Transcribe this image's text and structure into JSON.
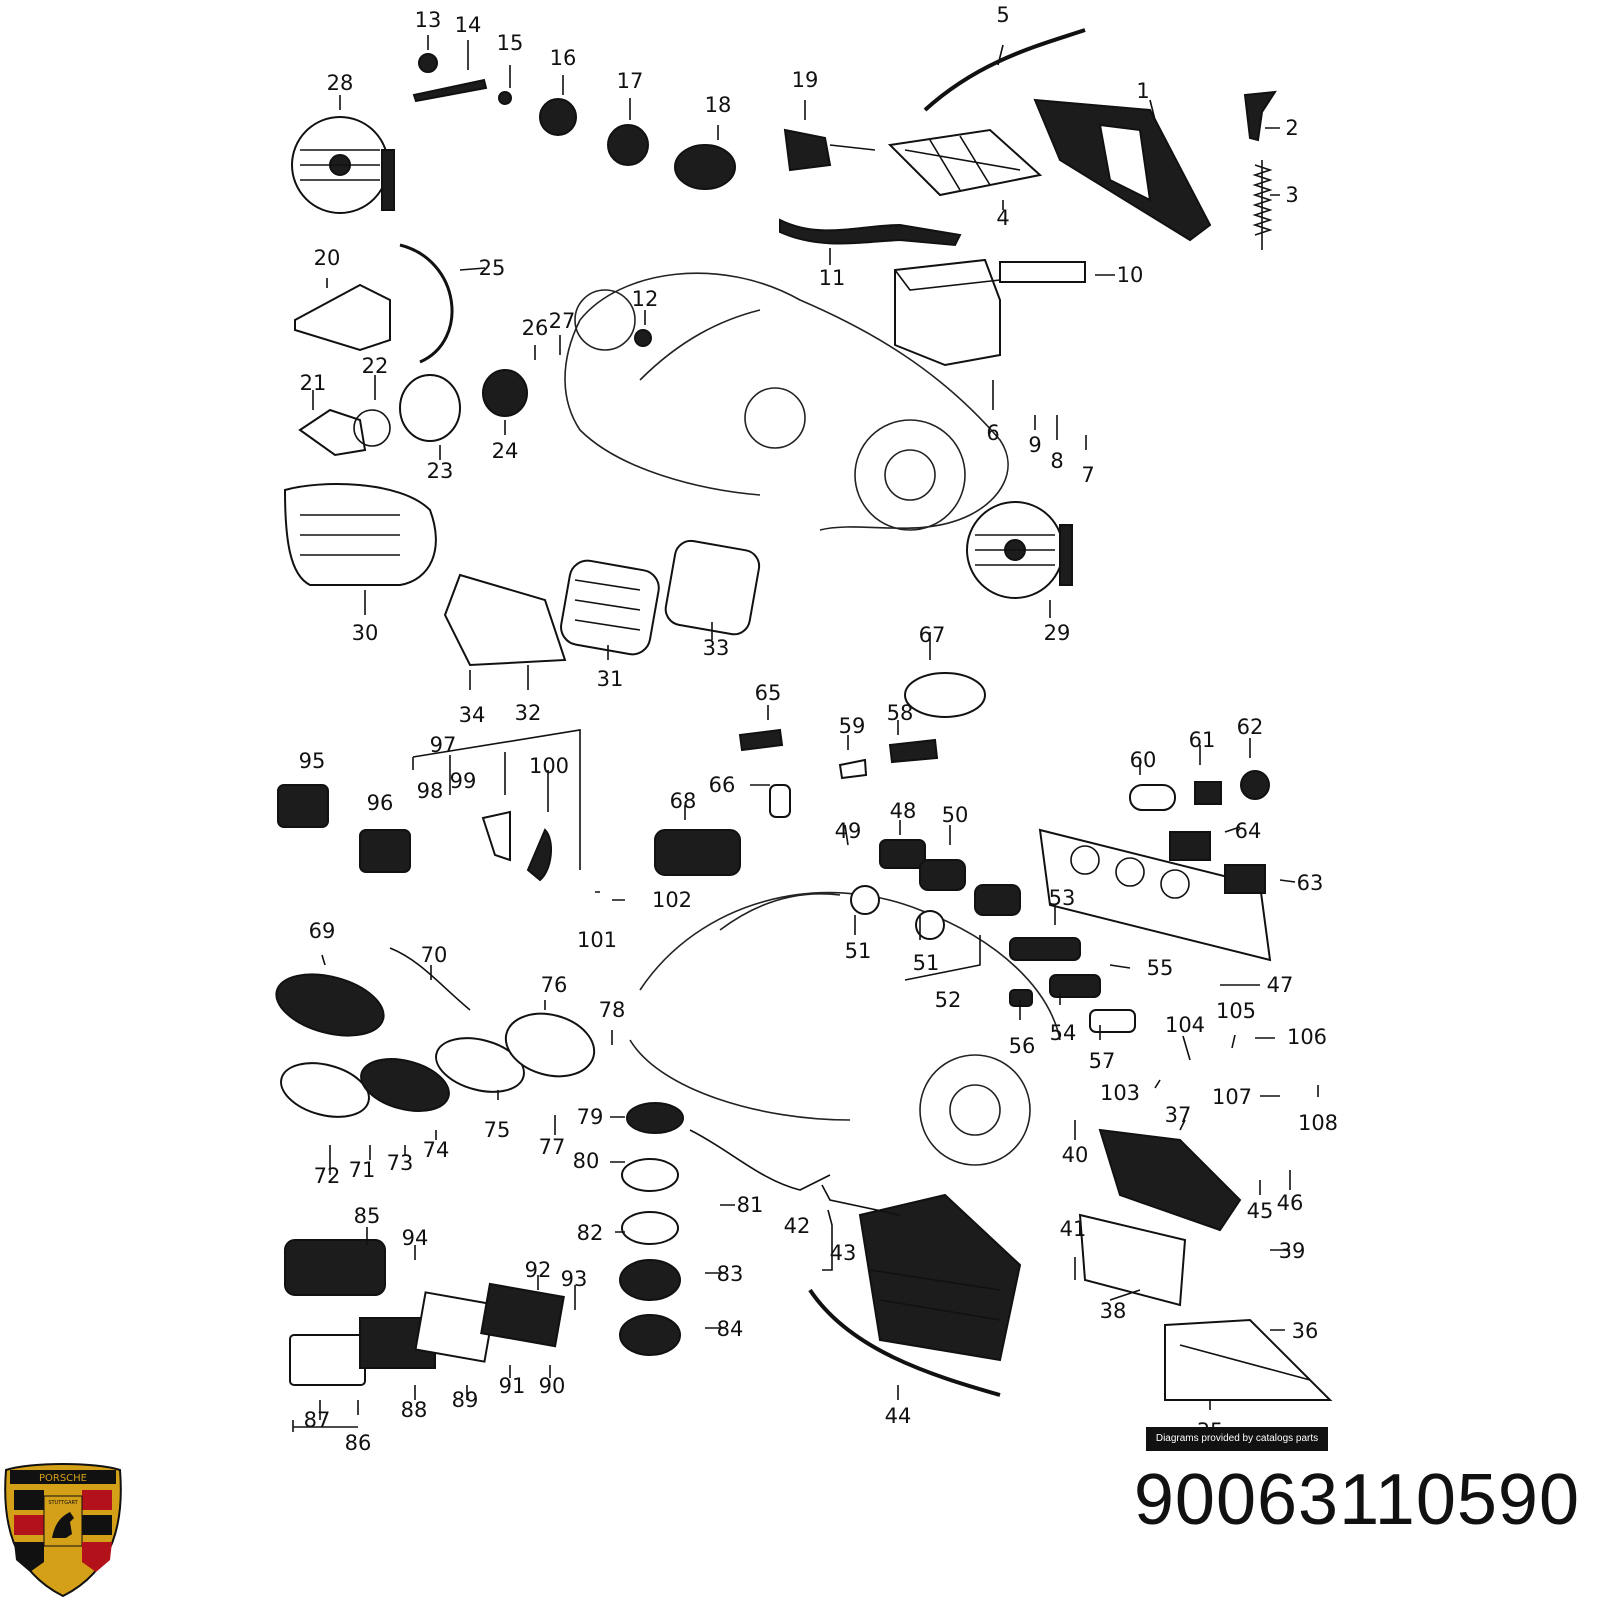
{
  "diagram": {
    "labels": [
      "1",
      "2",
      "3",
      "4",
      "5",
      "6",
      "7",
      "8",
      "9",
      "10",
      "11",
      "12",
      "13",
      "14",
      "15",
      "16",
      "17",
      "18",
      "19",
      "20",
      "21",
      "22",
      "23",
      "24",
      "25",
      "26",
      "27",
      "28",
      "29",
      "30",
      "31",
      "32",
      "33",
      "34",
      "35",
      "36",
      "37",
      "38",
      "39",
      "40",
      "41",
      "42",
      "43",
      "44",
      "45",
      "46",
      "47",
      "48",
      "49",
      "50",
      "51",
      "51",
      "52",
      "53",
      "54",
      "55",
      "56",
      "57",
      "58",
      "59",
      "60",
      "61",
      "62",
      "63",
      "64",
      "65",
      "66",
      "67",
      "68",
      "69",
      "70",
      "71",
      "72",
      "73",
      "74",
      "75",
      "76",
      "77",
      "78",
      "79",
      "80",
      "81",
      "82",
      "83",
      "84",
      "85",
      "86",
      "87",
      "88",
      "89",
      "90",
      "91",
      "92",
      "93",
      "94",
      "95",
      "96",
      "97",
      "98",
      "99",
      "100",
      "101",
      "102",
      "103",
      "104",
      "105",
      "106",
      "107",
      "108"
    ]
  },
  "credit": "Diagrams provided by catalogs parts",
  "logo": {
    "text_top": "PORSCHE",
    "text_mid": "STUTTGART",
    "colors": {
      "gold": "#d4a017",
      "red": "#b3121a",
      "black": "#111111"
    }
  },
  "part_number": "90063110590"
}
